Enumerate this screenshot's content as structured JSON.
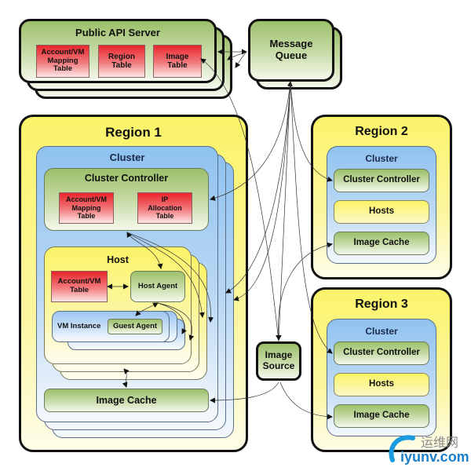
{
  "public_api": {
    "title": "Public API Server",
    "tables": [
      {
        "label": "Account/VM Mapping Table"
      },
      {
        "label": "Region Table"
      },
      {
        "label": "Image Table"
      }
    ]
  },
  "message_queue": {
    "label": "Message Queue"
  },
  "image_source": {
    "label": "Image Source"
  },
  "region1": {
    "title": "Region 1",
    "cluster_label": "Cluster",
    "cluster_controller": {
      "title": "Cluster Controller",
      "tables": [
        {
          "label": "Account/VM Mapping Table"
        },
        {
          "label": "IP Allocation Table"
        }
      ]
    },
    "host": {
      "title": "Host",
      "account_table": "Account/VM Table",
      "host_agent": "Host Agent",
      "vm_instance": "VM Instance",
      "guest_agent": "Guest Agent"
    },
    "image_cache": "Image Cache"
  },
  "region2": {
    "title": "Region 2",
    "cluster_label": "Cluster",
    "cluster_controller": "Cluster Controller",
    "hosts": "Hosts",
    "image_cache": "Image Cache"
  },
  "region3": {
    "title": "Region 3",
    "cluster_label": "Cluster",
    "cluster_controller": "Cluster Controller",
    "hosts": "Hosts",
    "image_cache": "Image Cache"
  },
  "watermark": {
    "cn": "运维网",
    "en": "iyunv.com"
  },
  "colors": {
    "green": "#9cc06a",
    "red": "#e8262c",
    "yellow": "#fbf46a",
    "blue": "#8fc2f0",
    "watermark_blue": "#1a9ae0"
  }
}
